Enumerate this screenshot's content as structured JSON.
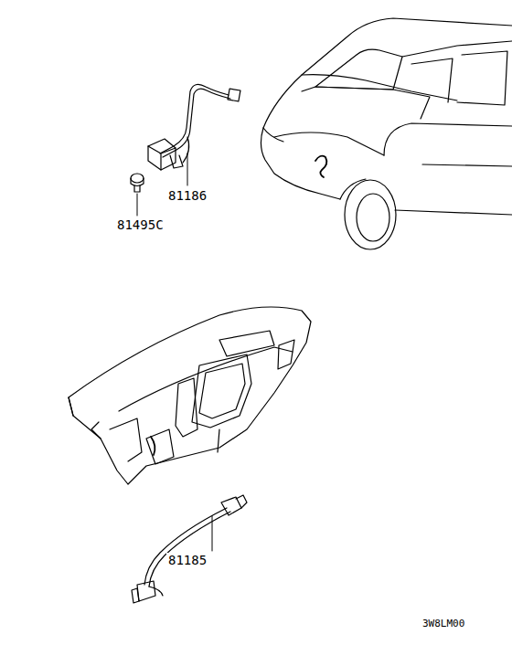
{
  "diagram": {
    "labels": [
      "81186",
      "81495C",
      "81185",
      "3W8LM00"
    ]
  }
}
